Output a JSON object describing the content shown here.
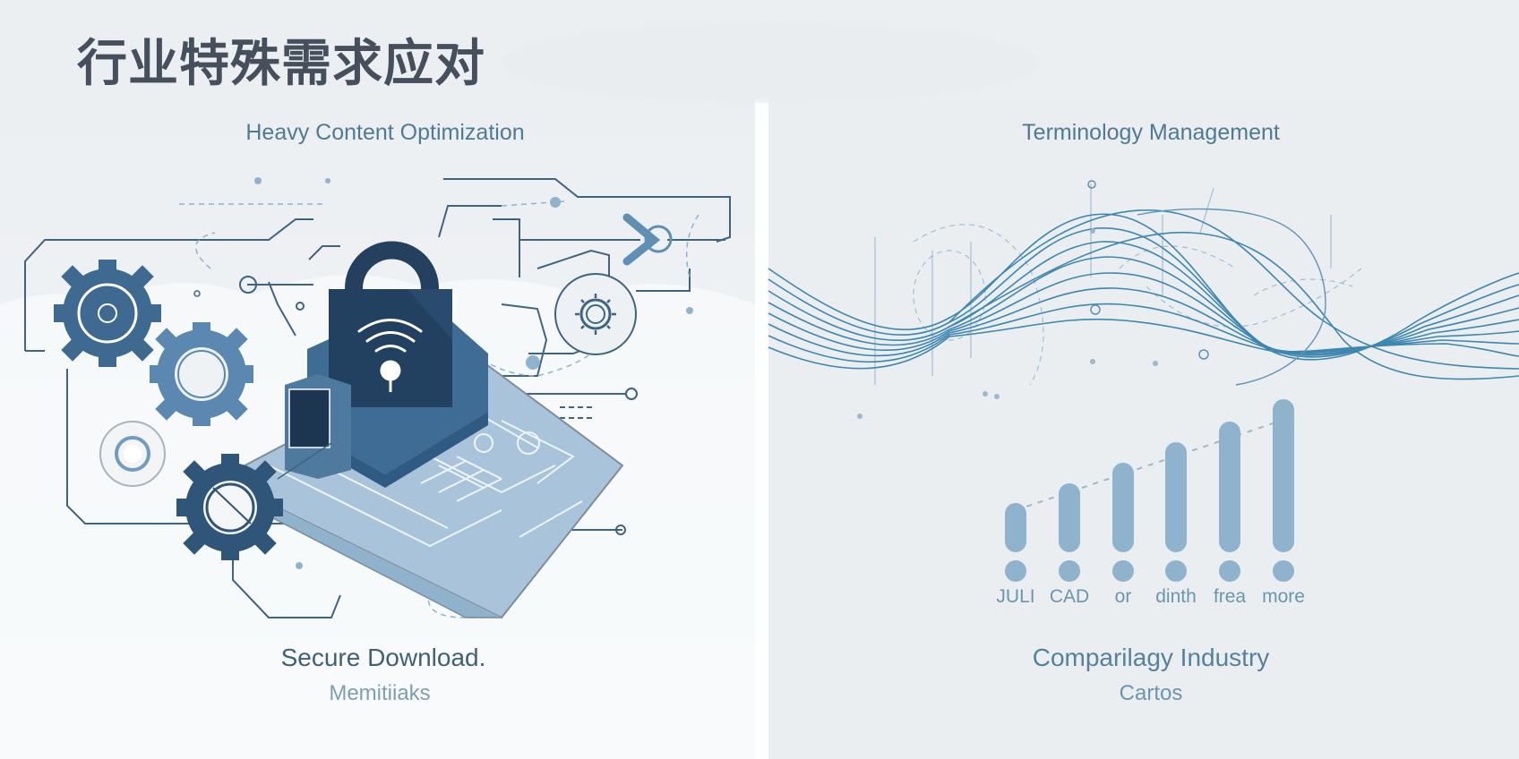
{
  "page": {
    "title": "行业特殊需求应对"
  },
  "left_panel": {
    "subtitle": "Heavy Content Optimization",
    "caption_main": "Secure Download.",
    "caption_sub": "Memitiiaks",
    "illustration": {
      "icons": [
        "gear-icon",
        "gear-icon",
        "gear-icon",
        "gear-icon",
        "padlock-icon",
        "wifi-signal-icon",
        "keyhole-icon",
        "circuit-board-icon",
        "clamp-connector-icon",
        "sun-gear-badge-icon"
      ]
    }
  },
  "right_panel": {
    "subtitle": "Terminology Management",
    "caption_main": "Comparilagy Industry",
    "caption_sub": "Cartos",
    "illustration": {
      "icons": [
        "wave-lines-icon",
        "bar-chart-icon"
      ]
    }
  },
  "colors": {
    "background": "#eceff2",
    "title": "#46505c",
    "accent_dark": "#2d4a66",
    "accent_mid": "#4e7aa0",
    "accent_light": "#8fb3cd",
    "text_blue": "#4f7a93"
  },
  "chart_data": {
    "type": "bar",
    "title": "",
    "categories": [
      "JULI",
      "CAD",
      "or",
      "dinth",
      "frea",
      "more"
    ],
    "values": [
      55,
      77,
      100,
      123,
      146,
      171
    ],
    "xlabel": "",
    "ylabel": "",
    "grid": false,
    "legend": "none",
    "trendline": "dashed, rising left to right",
    "bar_color": "#8fb3cd"
  }
}
